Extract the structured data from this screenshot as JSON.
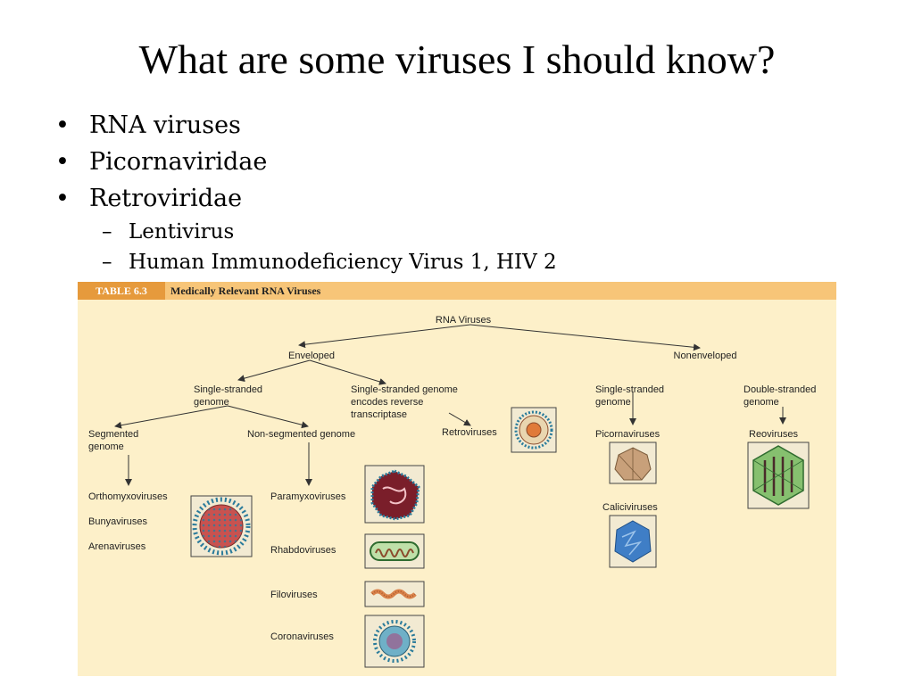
{
  "slide": {
    "title": "What are some viruses I should know?",
    "bullets": [
      {
        "text": "RNA viruses"
      },
      {
        "text": "Picornaviridae"
      },
      {
        "text": "Retroviridae"
      }
    ],
    "subbullets": [
      {
        "text": "Lentivirus"
      },
      {
        "text": "Human Immunodeficiency Virus 1, HIV 2"
      }
    ]
  },
  "table": {
    "tag": "TABLE 6.3",
    "title": "Medically Relevant RNA Viruses",
    "root": "RNA Viruses",
    "enveloped": "Enveloped",
    "nonenveloped": "Nonenveloped",
    "ss_genome_1": "Single-stranded",
    "ss_genome_2": "genome",
    "ss_rt_1": "Single-stranded genome",
    "ss_rt_2": "encodes reverse",
    "ss_rt_3": "transcriptase",
    "ne_ss_1": "Single-stranded",
    "ne_ss_2": "genome",
    "ne_ds_1": "Double-stranded",
    "ne_ds_2": "genome",
    "segmented_1": "Segmented",
    "segmented_2": "genome",
    "nonsegmented": "Non-segmented genome",
    "retroviruses": "Retroviruses",
    "picornaviruses": "Picornaviruses",
    "reoviruses": "Reoviruses",
    "caliciviruses": "Caliciviruses",
    "orthomyxoviruses": "Orthomyxoviruses",
    "bunyaviruses": "Bunyaviruses",
    "arenaviruses": "Arenaviruses",
    "paramyxoviruses": "Paramyxoviruses",
    "rhabdoviruses": "Rhabdoviruses",
    "filoviruses": "Filoviruses",
    "coronaviruses": "Coronaviruses"
  },
  "colors": {
    "background": "#fdf0c9",
    "header": "#f7c578",
    "tag": "#e69a3c"
  }
}
